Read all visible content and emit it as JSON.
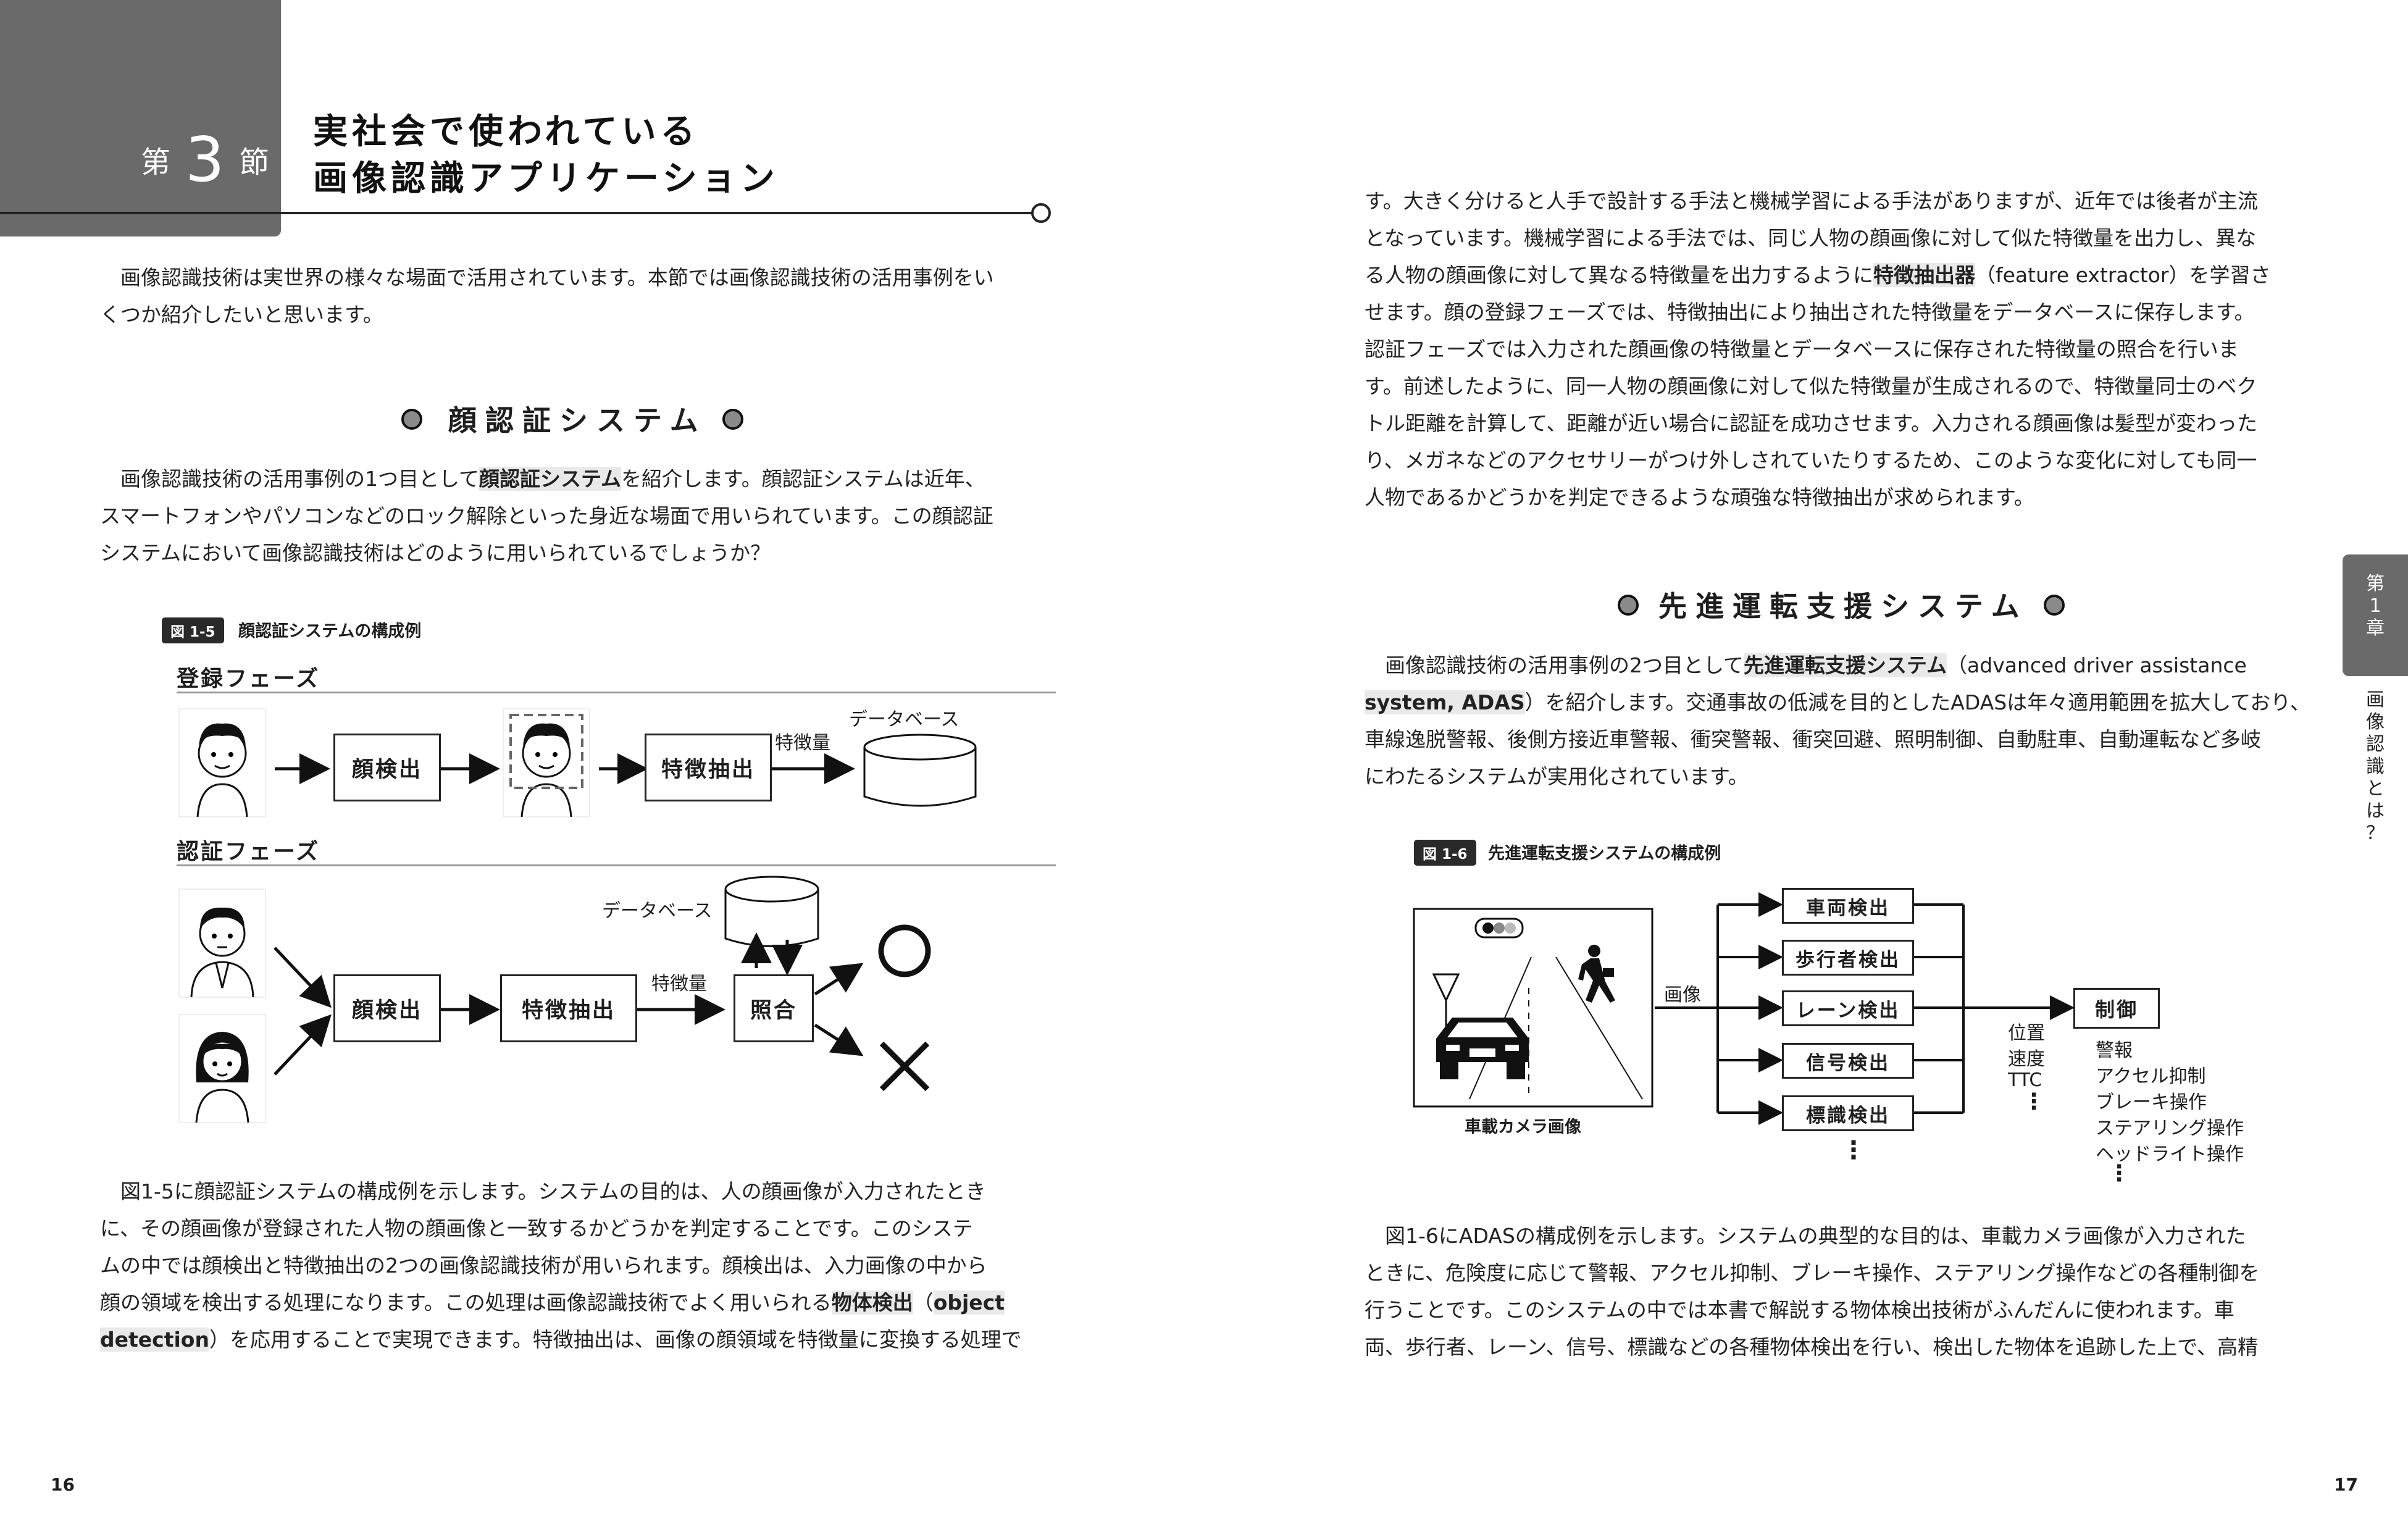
{
  "section": {
    "prefix": "第",
    "number": "3",
    "suffix": "節",
    "title_line1": "実社会で使われている",
    "title_line2": "画像認識アプリケーション"
  },
  "left": {
    "intro": [
      "　画像認識技術は実世界の様々な場面で活用されています。本節では画像認識技術の活用事例をい",
      "くつか紹介したいと思います。"
    ],
    "heading1": "顔認証システム",
    "para1": [
      [
        "　画像認識技術の活用事例の1つ目として",
        "顔認証システム",
        "を紹介します。顔認証システムは近年、"
      ],
      [
        "スマートフォンやパソコンなどのロック解除といった身近な場面で用いられています。この顔認証"
      ],
      [
        "システムにおいて画像認識技術はどのように用いられているでしょうか？"
      ]
    ],
    "figure": {
      "tag": "図 1-5",
      "caption": "顔認証システムの構成例",
      "registration": "登録フェーズ",
      "authentication": "認証フェーズ",
      "face_detect": "顔検出",
      "feature_extract": "特徴抽出",
      "feature": "特徴量",
      "database": "データベース",
      "match": "照合"
    },
    "para2": [
      [
        "　図1-5に顔認証システムの構成例を示します。システムの目的は、人の顔画像が入力されたとき"
      ],
      [
        "に、その顔画像が登録された人物の顔画像と一致するかどうかを判定することです。このシステ"
      ],
      [
        "ムの中では顔検出と特徴抽出の2つの画像認識技術が用いられます。顔検出は、入力画像の中から"
      ],
      [
        "顔の領域を検出する処理になります。この処理は画像認識技術でよく用いられる",
        "物体検出",
        "（",
        "object"
      ],
      [
        "",
        "detection",
        "）を応用することで実現できます。特徴抽出は、画像の顔領域を特徴量に変換する処理で"
      ]
    ],
    "page_number": "16"
  },
  "right": {
    "para1": [
      [
        "す。大きく分けると人手で設計する手法と機械学習による手法がありますが、近年では後者が主流"
      ],
      [
        "となっています。機械学習による手法では、同じ人物の顔画像に対して似た特徴量を出力し、異な"
      ],
      [
        "る人物の顔画像に対して異なる特徴量を出力するように",
        "特徴抽出器",
        "（feature extractor）を学習さ"
      ],
      [
        "せます。顔の登録フェーズでは、特徴抽出により抽出された特徴量をデータベースに保存します。"
      ],
      [
        "認証フェーズでは入力された顔画像の特徴量とデータベースに保存された特徴量の照合を行いま"
      ],
      [
        "す。前述したように、同一人物の顔画像に対して似た特徴量が生成されるので、特徴量同士のベク"
      ],
      [
        "トル距離を計算して、距離が近い場合に認証を成功させます。入力される顔画像は髪型が変わった"
      ],
      [
        "り、メガネなどのアクセサリーがつけ外しされていたりするため、このような変化に対しても同一"
      ],
      [
        "人物であるかどうかを判定できるような頑強な特徴抽出が求められます。"
      ]
    ],
    "heading2": "先進運転支援システム",
    "para2": [
      [
        "　画像認識技術の活用事例の2つ目として",
        "先進運転支援システム",
        "（advanced driver assistance"
      ],
      [
        "",
        "system, ADAS",
        "）を紹介します。交通事故の低減を目的としたADASは年々適用範囲を拡大しており、"
      ],
      [
        "車線逸脱警報、後側方接近車警報、衝突警報、衝突回避、照明制御、自動駐車、自動運転など多岐"
      ],
      [
        "にわたるシステムが実用化されています。"
      ]
    ],
    "figure": {
      "tag": "図 1-6",
      "caption": "先進運転支援システムの構成例",
      "image_label": "画像",
      "camera": "車載カメラ画像",
      "detectors": [
        "車両検出",
        "歩行者検出",
        "レーン検出",
        "信号検出",
        "標識検出"
      ],
      "outputs": [
        "位置",
        "速度",
        "TTC"
      ],
      "control": "制御",
      "actions": [
        "警報",
        "アクセル抑制",
        "ブレーキ操作",
        "ステアリング操作",
        "ヘッドライト操作"
      ],
      "ellipsis": "⋮"
    },
    "para3": [
      [
        "　図1-6にADASの構成例を示します。システムの典型的な目的は、車載カメラ画像が入力された"
      ],
      [
        "ときに、危険度に応じて警報、アクセル抑制、ブレーキ操作、ステアリング操作などの各種制御を"
      ],
      [
        "行うことです。このシステムの中では本書で解説する物体検出技術がふんだんに使われます。車"
      ],
      [
        "両、歩行者、レーン、信号、標識などの各種物体検出を行い、検出した物体を追跡した上で、高精"
      ]
    ],
    "side_tab": [
      "第",
      "1",
      "章"
    ],
    "side_title": [
      "画",
      "像",
      "認",
      "識",
      "と",
      "は",
      "？"
    ],
    "page_number": "17"
  },
  "colors": {
    "tab": "#6a6a6a",
    "dot": "#8a8a8a",
    "text": "#222222"
  }
}
